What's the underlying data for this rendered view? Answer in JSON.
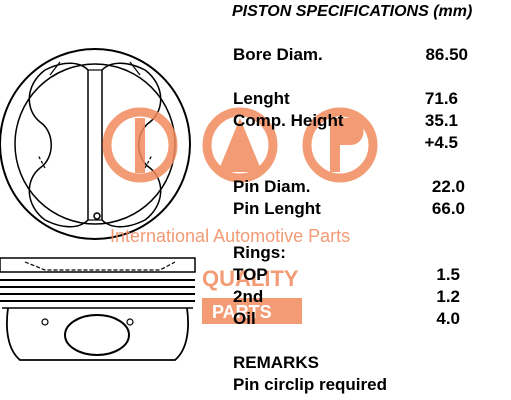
{
  "title": "PISTON SPECIFICATIONS (mm)",
  "specs": {
    "bore_label": "Bore Diam.",
    "bore_value": "86.50",
    "length_label": "Lenght",
    "length_value": "71.6",
    "comp_label": "Comp. Height",
    "comp_value": "35.1",
    "comp_extra": "+4.5",
    "pin_diam_label": "Pin Diam.",
    "pin_diam_value": "22.0",
    "pin_len_label": "Pin Lenght",
    "pin_len_value": "66.0"
  },
  "rings": {
    "heading": "Rings:",
    "top_label": "TOP",
    "top_value": "1.5",
    "second_label": "2nd",
    "second_value": "1.2",
    "oil_label": "Oil",
    "oil_value": "4.0"
  },
  "remarks": {
    "heading": "REMARKS",
    "text": "Pin circlip required"
  },
  "watermark": {
    "logo": "IAP",
    "company": "International Automotive Parts",
    "quality": "QUALITY",
    "parts": "PARTS"
  },
  "colors": {
    "watermark": "#f08a5d",
    "line": "#000000"
  }
}
